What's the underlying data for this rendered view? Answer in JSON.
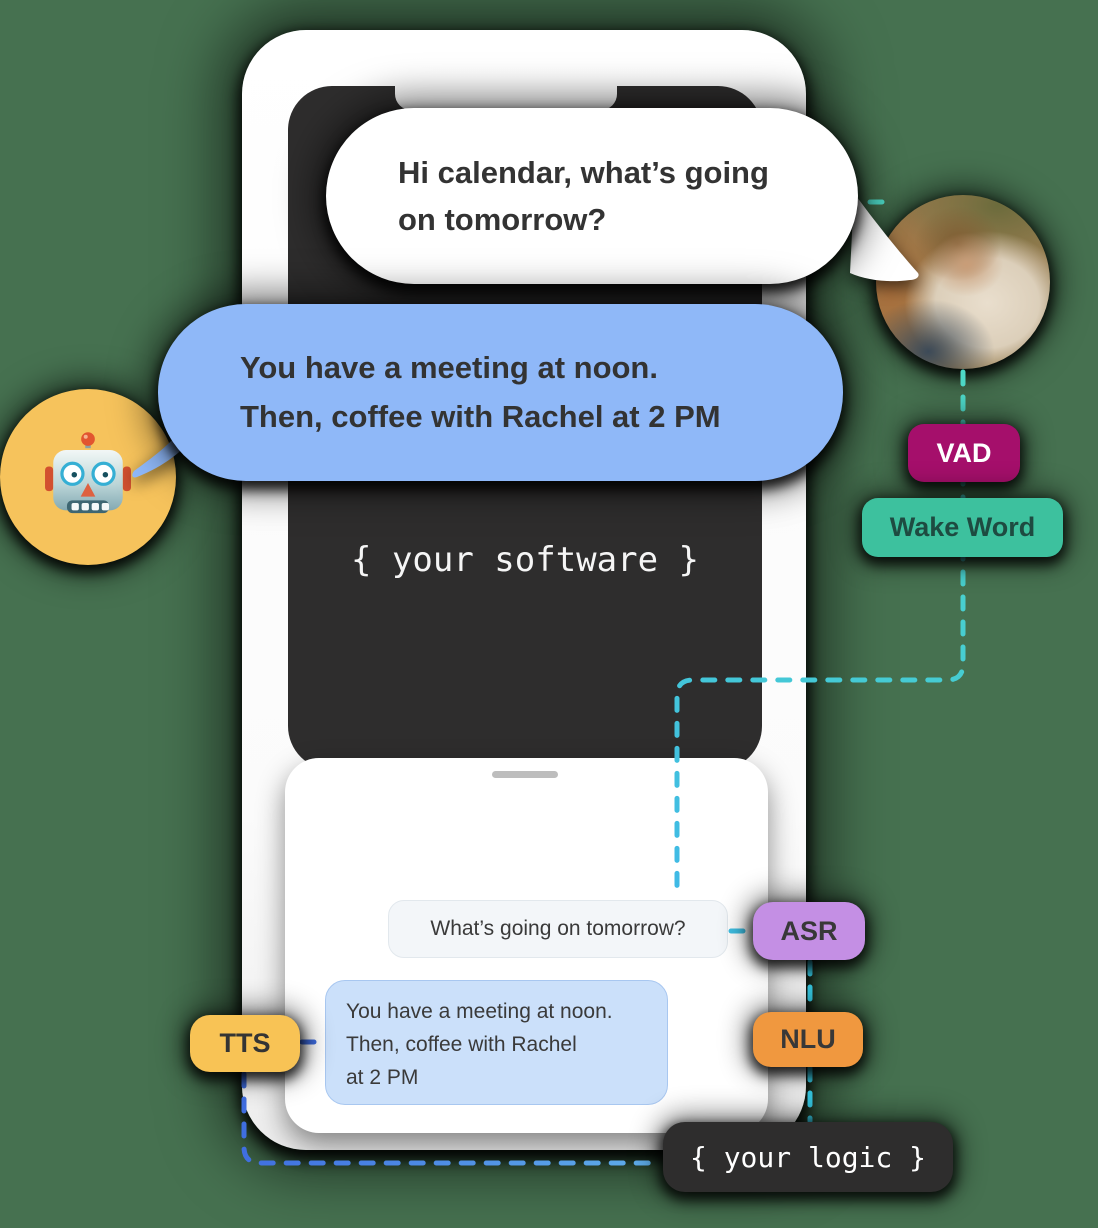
{
  "scene": {
    "background_color": "#467150",
    "description": "Voice AI pipeline illustration: phone with chat bubbles connected to VAD, Wake Word, ASR, NLU and TTS component badges"
  },
  "speech": {
    "user_bubble": {
      "lines": [
        "Hi calendar, what’s going",
        "on tomorrow?"
      ]
    },
    "assistant_bubble": {
      "lines": [
        "You have a meeting at noon.",
        "Then, coffee with Rachel at 2 PM"
      ]
    }
  },
  "phone": {
    "screen_label": "{ your software }",
    "sheet": {
      "user_message": "What’s going on tomorrow?",
      "assistant_message_lines": [
        "You have a meeting at noon.",
        "Then, coffee with Rachel",
        "at 2 PM"
      ]
    }
  },
  "badges": {
    "vad": {
      "label": "VAD",
      "color": "#A50F6B",
      "text_color": "#FFFFFF"
    },
    "wake_word": {
      "label": "Wake Word",
      "color": "#3DC19E",
      "text_color": "#1E4B41"
    },
    "asr": {
      "label": "ASR",
      "color": "#C48FE4",
      "text_color": "#383838"
    },
    "nlu": {
      "label": "NLU",
      "color": "#F0983F",
      "text_color": "#383838"
    },
    "tts": {
      "label": "TTS",
      "color": "#F8C355",
      "text_color": "#343434"
    },
    "logic": {
      "label": "{ your logic }",
      "color": "#2E2D2D",
      "text_color": "#FFFFFF"
    }
  },
  "icons": {
    "robot": "robot-emoji-avatar",
    "person": "person-photo-avatar"
  },
  "flow_colors": {
    "teal": "#4DD8C6",
    "sky_blue": "#3FB9E6",
    "cyan": "#36C8E2",
    "royal_blue": "#3E6CE0",
    "light_blue": "#5FAEEA"
  }
}
